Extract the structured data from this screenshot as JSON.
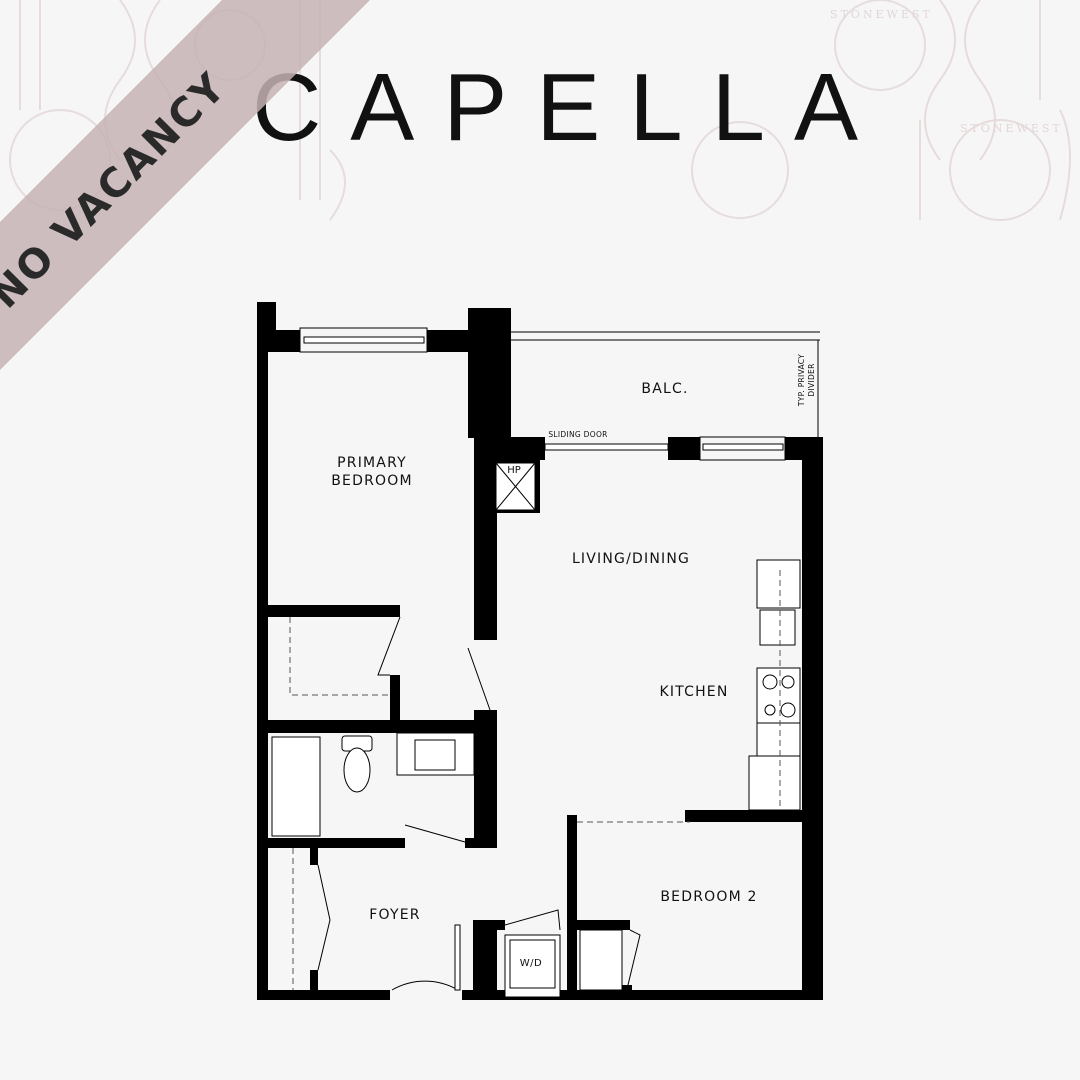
{
  "title": "CAPELLA",
  "banner": {
    "text": "NO VACANCY",
    "color": "#c5b3b4"
  },
  "watermark": {
    "brand": "STONEWEST",
    "color": "#e2d6d6"
  },
  "plan": {
    "rooms": {
      "primary_bedroom_line1": "PRIMARY",
      "primary_bedroom_line2": "BEDROOM",
      "balcony": "BALC.",
      "sliding_door": "SLIDING DOOR",
      "privacy_divider_line1": "TYP. PRIVACY",
      "privacy_divider_line2": "DIVIDER",
      "heat_pump": "HP",
      "living_dining": "LIVING/DINING",
      "kitchen": "KITCHEN",
      "bedroom_2": "BEDROOM 2",
      "foyer": "FOYER",
      "washer_dryer": "W/D"
    },
    "wall_color": "#000000"
  }
}
